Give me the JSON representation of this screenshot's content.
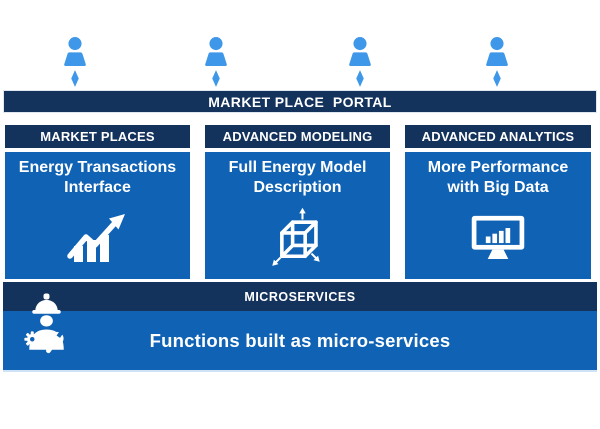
{
  "colors": {
    "navy": "#14335C",
    "blue": "#1062B4",
    "light_blue": "#3E97E8",
    "text": "#FFFFFF",
    "background": "#FFFFFF"
  },
  "users": {
    "count": 4,
    "icon": "user-silhouette-icon",
    "connector_icon": "down-diamond-arrow-icon"
  },
  "portal_bar": {
    "label": "MARKET PLACE  PORTAL"
  },
  "columns": [
    {
      "header": "MARKET PLACES",
      "title": "Energy Transactions\nInterface",
      "icon": "rising-bar-chart-arrow-icon"
    },
    {
      "header": "ADVANCED MODELING",
      "title": "Full Energy Model\nDescription",
      "icon": "cube-3d-axes-icon"
    },
    {
      "header": "ADVANCED ANALYTICS",
      "title": "More Performance\nwith Big Data",
      "icon": "monitor-bar-chart-icon"
    }
  ],
  "microservices": {
    "header": "MICROSERVICES",
    "body": "Functions built as micro-services",
    "icon": "engineer-gear-wrench-icon"
  }
}
